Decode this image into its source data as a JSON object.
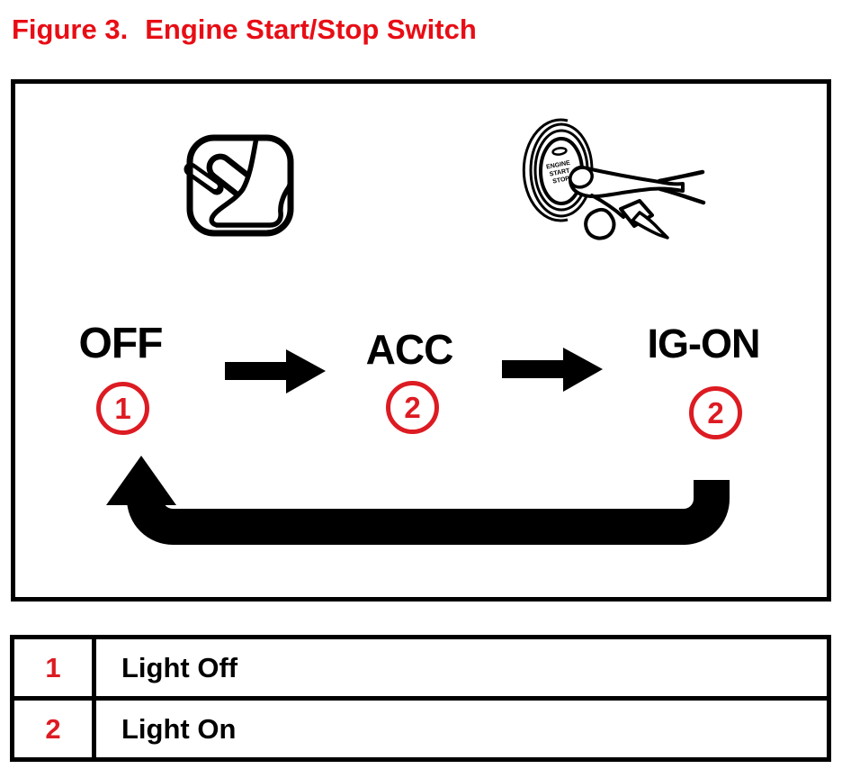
{
  "title": {
    "label": "Figure 3.",
    "text": "Engine Start/Stop Switch"
  },
  "colors": {
    "title_red": "#e80d15",
    "marker_red": "#dd1b22",
    "ink": "#000000"
  },
  "diagram": {
    "button_label_lines": [
      "ENGINE",
      "START",
      "STOP"
    ],
    "states": [
      {
        "label": "OFF",
        "marker": "1"
      },
      {
        "label": "ACC",
        "marker": "2"
      },
      {
        "label": "IG-ON",
        "marker": "2"
      }
    ]
  },
  "legend": {
    "rows": [
      {
        "num": "1",
        "desc": "Light Off"
      },
      {
        "num": "2",
        "desc": "Light On"
      }
    ]
  }
}
